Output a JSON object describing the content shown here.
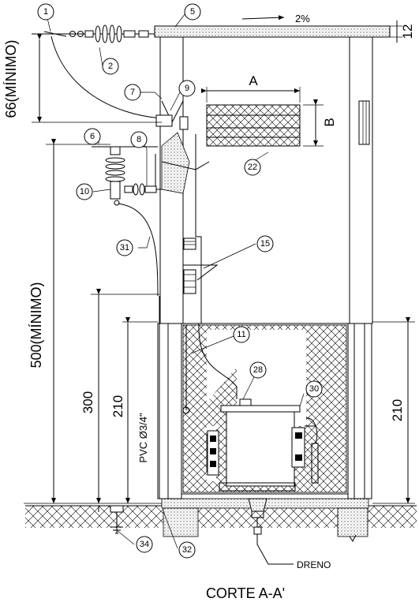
{
  "drawing": {
    "title": "CORTE A-A'",
    "slope": "2%",
    "dim_top": "12",
    "dim_66": "66(MÍNIMO)",
    "dim_500": "500(MÍNIMO)",
    "dim_300": "300",
    "dim_210_left": "210",
    "dim_210_right": "210",
    "pvc": "PVC Ø3/4\"",
    "dim_A": "A",
    "dim_B": "B",
    "drain": "DRENO"
  },
  "callouts": [
    "1",
    "2",
    "5",
    "6",
    "7",
    "8",
    "9",
    "10",
    "11",
    "15",
    "22",
    "28",
    "30",
    "31",
    "32",
    "34"
  ]
}
